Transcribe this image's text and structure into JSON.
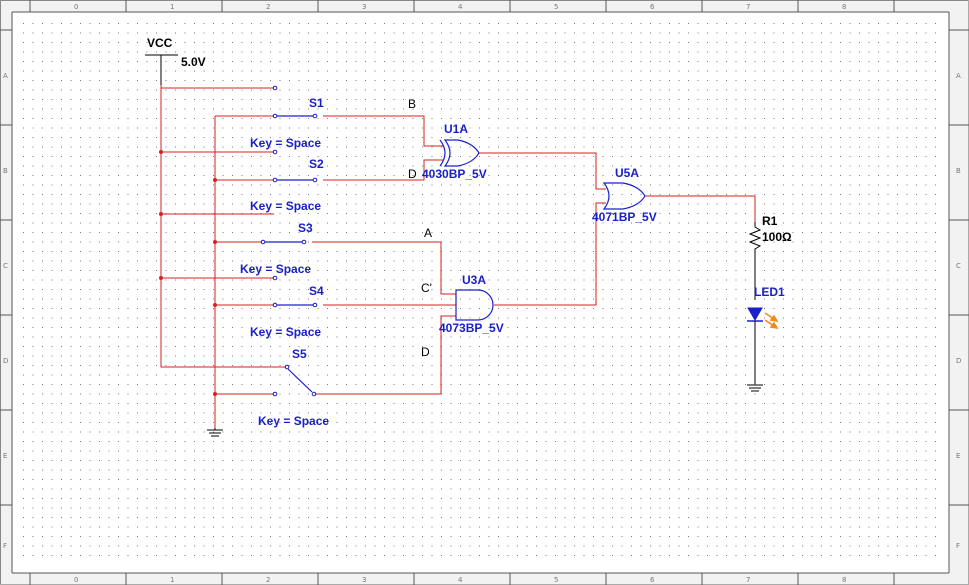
{
  "ruler": {
    "columns": [
      "0",
      "1",
      "2",
      "3",
      "4",
      "5",
      "6",
      "7",
      "8"
    ],
    "rows": [
      "A",
      "B",
      "C",
      "D",
      "E",
      "F"
    ]
  },
  "power": {
    "name": "VCC",
    "voltage": "5.0V"
  },
  "switches": [
    {
      "name": "S1",
      "key": "Key = Space"
    },
    {
      "name": "S2",
      "key": "Key = Space"
    },
    {
      "name": "S3",
      "key": "Key = Space"
    },
    {
      "name": "S4",
      "key": "Key = Space"
    },
    {
      "name": "S5",
      "key": "Key = Space"
    }
  ],
  "nets": {
    "b": "B",
    "d_top": "D",
    "a": "A",
    "c": "C'",
    "d_bottom": "D"
  },
  "gates": {
    "u1": {
      "ref": "U1A",
      "part": "4030BP_5V"
    },
    "u3": {
      "ref": "U3A",
      "part": "4073BP_5V"
    },
    "u5": {
      "ref": "U5A",
      "part": "4071BP_5V"
    }
  },
  "resistor": {
    "ref": "R1",
    "value": "100Ω"
  },
  "led": {
    "ref": "LED1"
  },
  "colors": {
    "wire": "#d42222",
    "component": "#1a20c8",
    "led_rays": "#f08a1a",
    "grid_dot": "#7a7a7a"
  }
}
